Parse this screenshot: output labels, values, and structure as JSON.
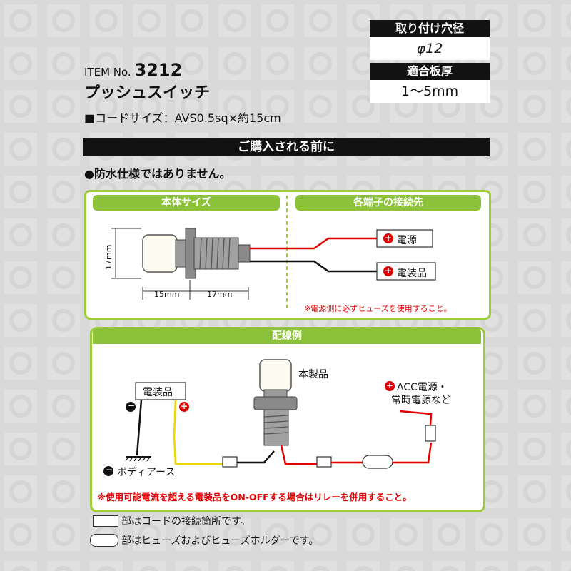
{
  "specs": {
    "hole_label": "取り付け穴径",
    "hole_value": "φ12",
    "plate_label": "適合板厚",
    "plate_value": "1〜5mm"
  },
  "item": {
    "number_prefix": "ITEM No.",
    "number": "3212",
    "name": "プッシュスイッチ",
    "cord_size": "■コードサイズ：AVS0.5sq×約15cm"
  },
  "before_purchase": {
    "header": "ご購入される前に",
    "note": "●防水仕様ではありません。"
  },
  "body_size": {
    "title": "本体サイズ",
    "height": "17mm",
    "width_head": "15mm",
    "width_body": "17mm"
  },
  "terminals": {
    "title": "各端子の接続先",
    "plus_symbol": "+",
    "power": "電源",
    "device": "電装品",
    "fuse_note": "※電源側に必ずヒューズを使用すること。"
  },
  "wiring": {
    "title": "配線例",
    "device": "電装品",
    "product": "本製品",
    "acc_line1": "ACC電源・",
    "acc_line2": "常時電源など",
    "body_earth": "ボディアース",
    "minus_symbol": "−",
    "plus_symbol": "+",
    "warning": "※使用可能電流を超える電装品をON-OFFする場合はリレーを併用すること。"
  },
  "legend": {
    "connector_note": "部はコードの接続箇所です。",
    "fuse_note": "部はヒューズおよびヒューズホルダーです。"
  },
  "colors": {
    "accent_green": "#8bc23a",
    "wire_red": "#e00000",
    "wire_yellow": "#f0d400",
    "bar_black": "#121212",
    "background": "#d9d9d9"
  }
}
